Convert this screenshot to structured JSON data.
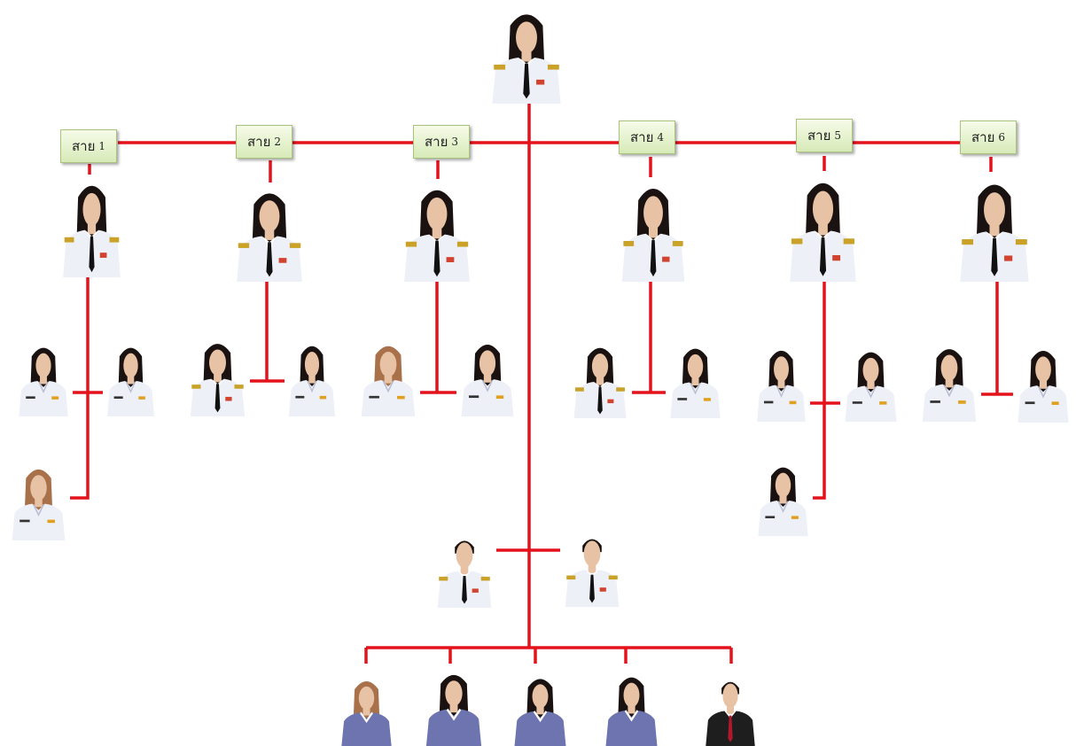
{
  "lines": [
    {
      "label": "สาย",
      "number": "1"
    },
    {
      "label": "สาย",
      "number": "2"
    },
    {
      "label": "สาย",
      "number": "3"
    },
    {
      "label": "สาย",
      "number": "4"
    },
    {
      "label": "สาย",
      "number": "5"
    },
    {
      "label": "สาย",
      "number": "6"
    }
  ],
  "colors": {
    "connector": "#e3121b",
    "label_fill": "#e4f1cf",
    "label_border": "#a9c27c",
    "uniform_white": "#eef0f8",
    "uniform_purple": "#6d74b0",
    "suit_dark": "#1e1e1e",
    "hair": "#1a1210",
    "skin": "#e8c2a4"
  },
  "photo_icons": [
    "official-uniform-photo",
    "staff-uniform-photo",
    "purple-uniform-photo",
    "dark-suit-photo"
  ]
}
